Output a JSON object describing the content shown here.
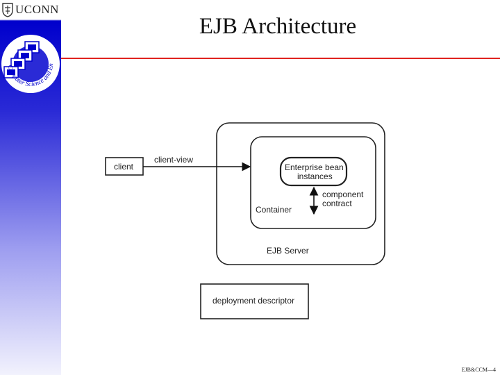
{
  "header": {
    "brand_name": "UCONN",
    "logo_ring_text": "Computer Science and Engineering",
    "title": "EJB Architecture"
  },
  "diagram": {
    "client_label": "client",
    "client_view_label": "client-view",
    "bean_instances_line1": "Enterprise bean",
    "bean_instances_line2": "instances",
    "component_contract_line1": "component",
    "component_contract_line2": "contract",
    "container_label": "Container",
    "ejb_server_label": "EJB Server",
    "deployment_descriptor_label": "deployment descriptor"
  },
  "footer": {
    "slide_ref": "EJB&CCM—4"
  },
  "colors": {
    "accent_rule": "#e0231f",
    "sidebar_blue": "#0000cc"
  }
}
